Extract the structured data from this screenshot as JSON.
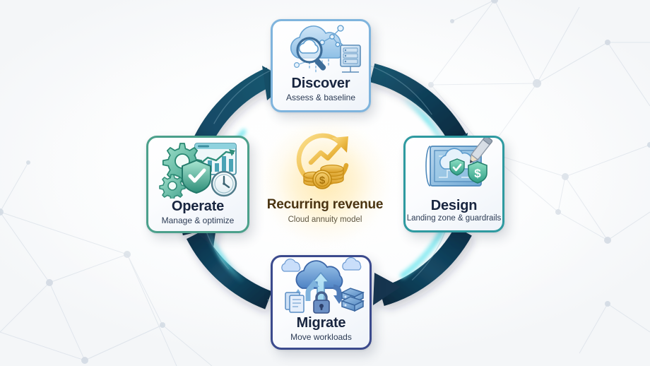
{
  "diagram": {
    "title": "Cloud lifecycle recurring revenue wheel",
    "flow_direction": "clockwise",
    "colors": {
      "ring_dark": "#123a52",
      "ring_darker": "#0d2e44",
      "ring_highlight": "#3fd4e0",
      "hub_gold": "#e3a520",
      "hub_gold_light": "#f7d97a",
      "discover_border": "#7fb4dd",
      "design_border": "#2e9aa0",
      "migrate_border": "#3b4a8d",
      "operate_border": "#4ba08b",
      "card_title_text": "#18253f",
      "hub_title_text": "#4a3411",
      "background": "#fdfdfe"
    }
  },
  "hub": {
    "title": "Recurring revenue",
    "subtitle": "Cloud annuity model",
    "icon": "coins-growth-arrow-cycle-icon"
  },
  "stages": [
    {
      "id": "discover",
      "position": "top",
      "order": 1,
      "title": "Discover",
      "subtitle": "Assess & baseline",
      "icon": "cloud-magnifier-server-icon",
      "border_color": "#7fb4dd"
    },
    {
      "id": "design",
      "position": "right",
      "order": 2,
      "title": "Design",
      "subtitle": "Landing zone & guardrails",
      "icon": "blueprint-pencil-shield-icon",
      "border_color": "#2e9aa0"
    },
    {
      "id": "migrate",
      "position": "bottom",
      "order": 3,
      "title": "Migrate",
      "subtitle": "Move workloads",
      "icon": "cloud-upload-lock-server-icon",
      "border_color": "#3b4a8d"
    },
    {
      "id": "operate",
      "position": "left",
      "order": 4,
      "title": "Operate",
      "subtitle": "Manage & optimize",
      "icon": "gear-shield-chart-clock-icon",
      "border_color": "#4ba08b"
    }
  ],
  "arrows": [
    {
      "id": "arrow-operate-to-discover",
      "from": "Operate",
      "to": "Discover",
      "segment": "top-left"
    },
    {
      "id": "arrow-discover-to-design",
      "from": "Discover",
      "to": "Design",
      "segment": "top-right"
    },
    {
      "id": "arrow-design-to-migrate",
      "from": "Design",
      "to": "Migrate",
      "segment": "bottom-right"
    },
    {
      "id": "arrow-migrate-to-operate",
      "from": "Migrate",
      "to": "Operate",
      "segment": "bottom-left"
    }
  ]
}
